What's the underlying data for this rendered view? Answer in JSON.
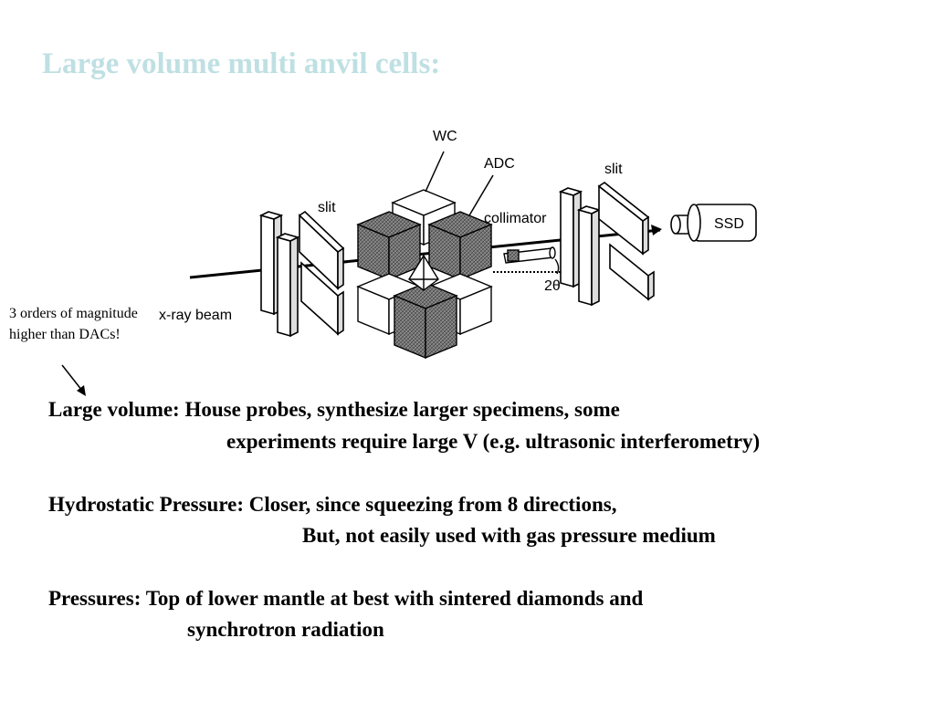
{
  "slide": {
    "title": "Large volume multi anvil cells:",
    "title_color": "#bfe0e3"
  },
  "figure": {
    "labels": {
      "wc": "WC",
      "adc": "ADC",
      "slit_left": "slit",
      "slit_right": "slit",
      "collimator": "collimator",
      "ssd": "SSD",
      "two_theta": "2θ",
      "xray_beam": "x-ray beam"
    }
  },
  "note": {
    "line1": "3 orders of magnitude",
    "line2": "higher than DACs!"
  },
  "bullets": {
    "large_volume": {
      "line1": "Large volume:   House probes, synthesize larger specimens,  some",
      "line2": "experiments require large V (e.g. ultrasonic interferometry)"
    },
    "hydrostatic": {
      "line1": "Hydrostatic Pressure: Closer, since squeezing from 8 directions,",
      "line2": "But, not easily used with gas pressure medium"
    },
    "pressures": {
      "line1": "Pressures:   Top of lower mantle at best with sintered diamonds and",
      "line2": "synchrotron radiation"
    }
  }
}
